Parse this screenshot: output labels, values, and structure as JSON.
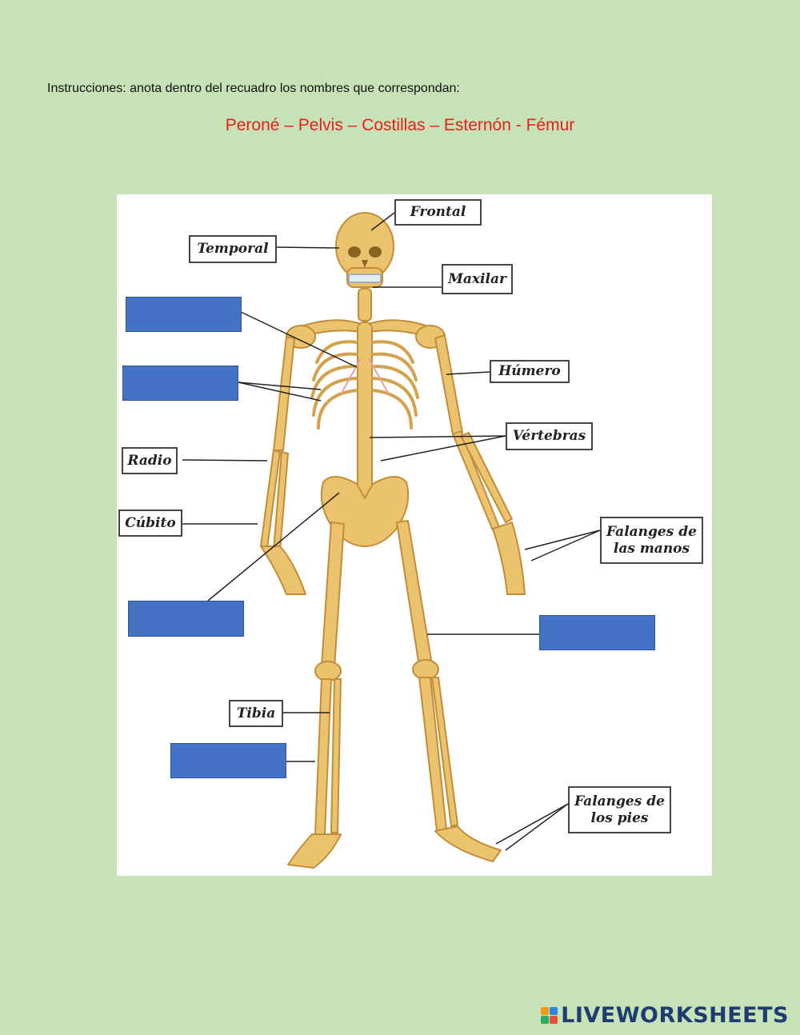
{
  "instructions": "Instrucciones: anota dentro del recuadro los nombres que correspondan:",
  "word_bank": "Peroné – Pelvis – Costillas – Esternón - Fémur",
  "labels": {
    "frontal": "Frontal",
    "temporal": "Temporal",
    "maxilar": "Maxilar",
    "humero": "Húmero",
    "vertebras": "Vértebras",
    "radio": "Radio",
    "cubito": "Cúbito",
    "falanges_manos": "Falanges de\nlas manos",
    "tibia": "Tibia",
    "falanges_pies": "Falanges de\nlos pies"
  },
  "answers": {
    "sternum": "",
    "ribs": "",
    "pelvis": "",
    "femur": "",
    "fibula": ""
  },
  "colors": {
    "background": "#c6e2b6",
    "word_bank": "#e8201b",
    "answer_box": "#4472c4",
    "bone": "#e7be68",
    "bone_shadow": "#c7963f"
  },
  "icons": {
    "figure": "skeleton-illustration",
    "logo": "liveworksheets-logo-icon"
  },
  "logo_text": "LIVEWORKSHEETS"
}
